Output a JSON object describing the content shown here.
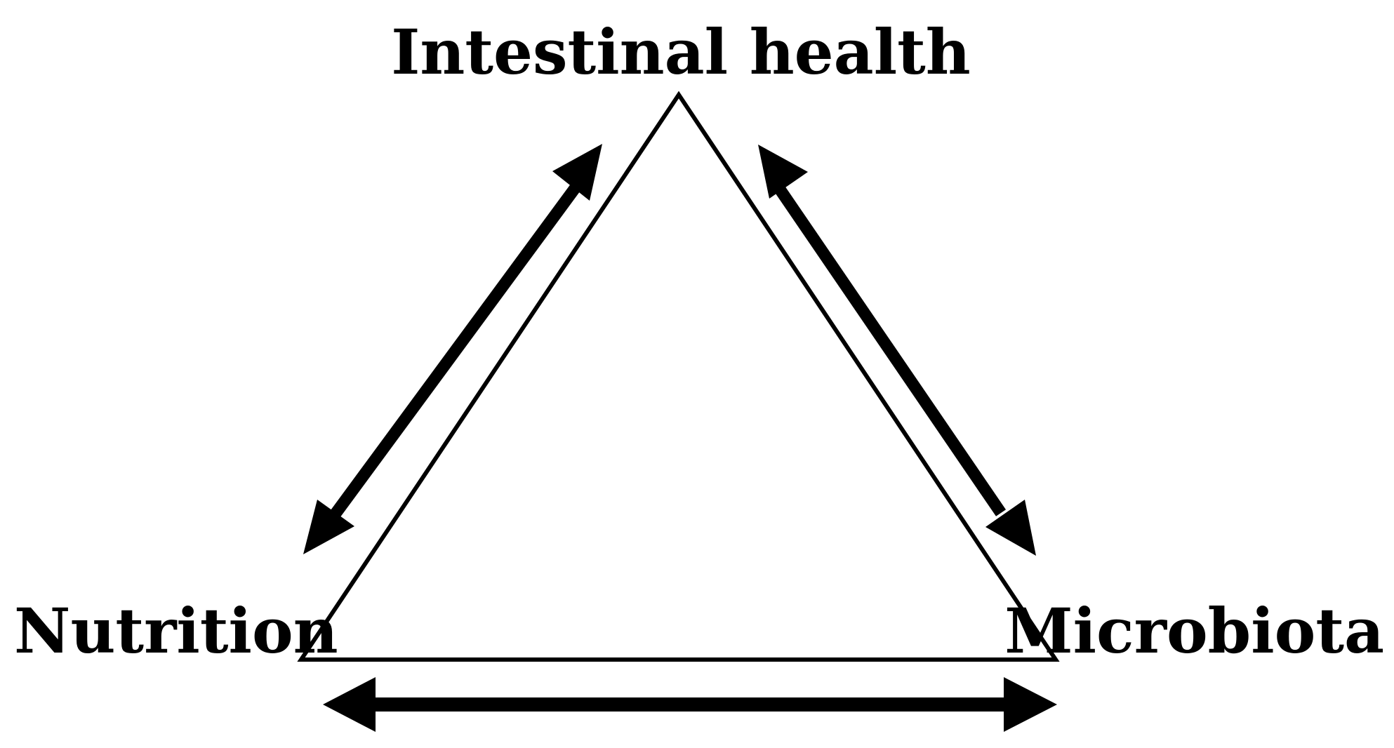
{
  "diagram": {
    "nodes": {
      "top": {
        "label": "Intestinal health"
      },
      "left": {
        "label": "Nutrition"
      },
      "right": {
        "label": "Microbiota"
      }
    },
    "relationships": [
      {
        "from": "Nutrition",
        "to": "Intestinal health",
        "direction": "bidirectional"
      },
      {
        "from": "Intestinal health",
        "to": "Microbiota",
        "direction": "bidirectional"
      },
      {
        "from": "Nutrition",
        "to": "Microbiota",
        "direction": "bidirectional"
      }
    ],
    "colors": {
      "stroke": "#000000",
      "background": "#ffffff"
    }
  }
}
